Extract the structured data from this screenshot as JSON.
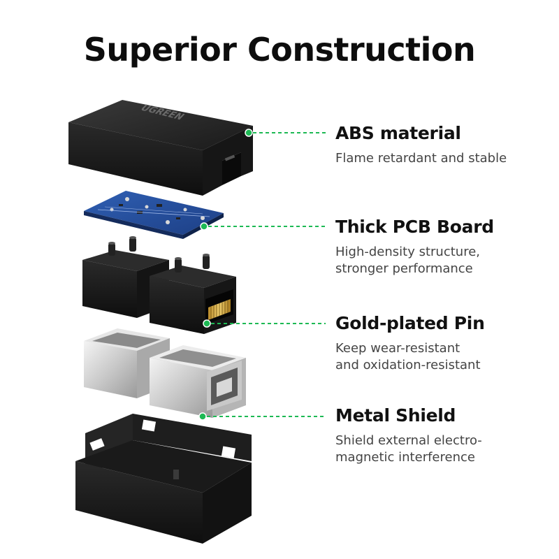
{
  "title": "Superior Construction",
  "brand_mark": "UGREEN",
  "accent_color": "#1db954",
  "features": [
    {
      "name": "ABS material",
      "description": [
        "Flame retardant and stable"
      ]
    },
    {
      "name": "Thick PCB Board",
      "description": [
        "High-density structure,",
        "stronger performance"
      ]
    },
    {
      "name": "Gold-plated Pin",
      "description": [
        "Keep wear-resistant",
        "and oxidation-resistant"
      ]
    },
    {
      "name": "Metal Shield",
      "description": [
        "Shield external electro-",
        "magnetic interference"
      ]
    }
  ]
}
